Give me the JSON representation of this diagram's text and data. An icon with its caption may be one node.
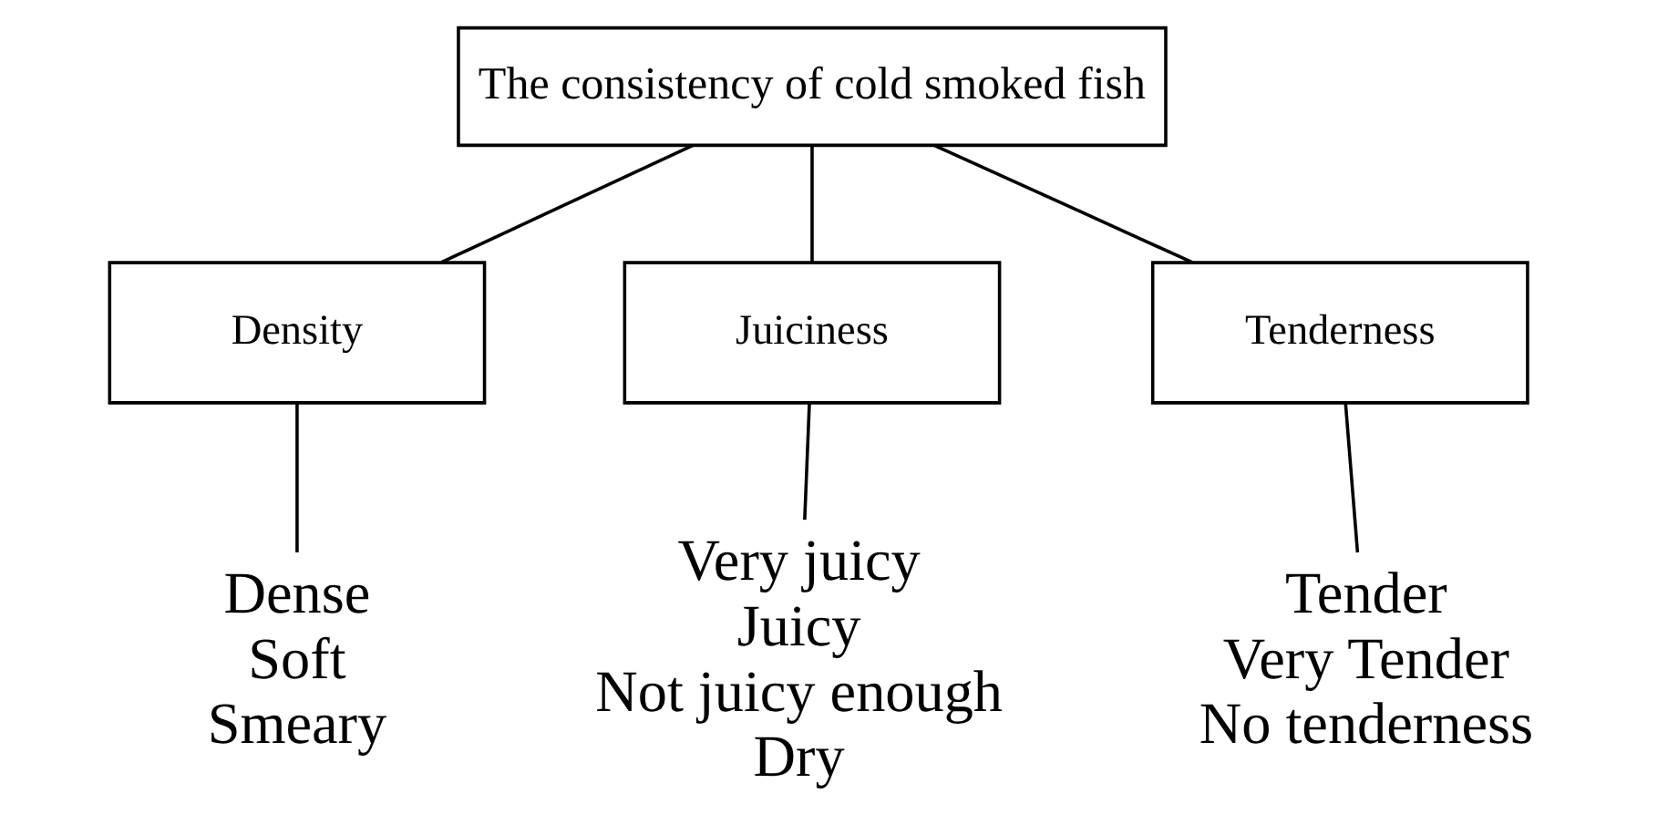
{
  "diagram": {
    "nodes": [
      {
        "text": [
          "The consistency of cold smoked fish"
        ]
      },
      {
        "text": [
          "Density"
        ]
      },
      {
        "text": [
          "Juiciness"
        ]
      },
      {
        "text": [
          "Tenderness"
        ]
      },
      {
        "text": [
          "Dense",
          "Soft",
          "Smeary"
        ]
      },
      {
        "text": [
          "Very juicy",
          "Juicy",
          "Not juicy enough",
          "Dry"
        ]
      },
      {
        "text": [
          "Tender",
          "Very Tender",
          "No tenderness"
        ]
      }
    ],
    "edges": [
      {
        "from": 0,
        "to": 1,
        "arrow": "none"
      },
      {
        "from": 0,
        "to": 2,
        "arrow": "none"
      },
      {
        "from": 0,
        "to": 3,
        "arrow": "none"
      },
      {
        "from": 1,
        "to": 4,
        "arrow": "none"
      },
      {
        "from": 2,
        "to": 5,
        "arrow": "none"
      },
      {
        "from": 3,
        "to": 6,
        "arrow": "none"
      }
    ]
  }
}
